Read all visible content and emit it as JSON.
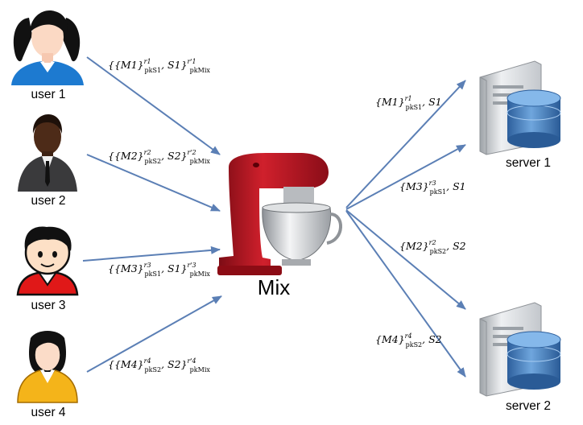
{
  "users": [
    {
      "label": "user 1",
      "avatar": "woman-blue-shirt-icon"
    },
    {
      "label": "user 2",
      "avatar": "man-dark-suit-icon"
    },
    {
      "label": "user 3",
      "avatar": "cartoon-boy-red-shirt-icon"
    },
    {
      "label": "user 4",
      "avatar": "woman-yellow-jacket-icon"
    }
  ],
  "mix": {
    "label": "Mix",
    "icon": "stand-mixer-icon"
  },
  "servers": [
    {
      "label": "server 1",
      "icon": "server-database-icon"
    },
    {
      "label": "server 2",
      "icon": "server-database-icon"
    }
  ],
  "incoming_messages": [
    {
      "m": "M1",
      "r": "r1",
      "pk": "pkS1",
      "s": "S1",
      "r2": "r'1",
      "pk2": "pkMix"
    },
    {
      "m": "M2",
      "r": "r2",
      "pk": "pkS2",
      "s": "S2",
      "r2": "r'2",
      "pk2": "pkMix"
    },
    {
      "m": "M3",
      "r": "r3",
      "pk": "pkS1",
      "s": "S1",
      "r2": "r'3",
      "pk2": "pkMix"
    },
    {
      "m": "M4",
      "r": "r4",
      "pk": "pkS2",
      "s": "S2",
      "r2": "r'4",
      "pk2": "pkMix"
    }
  ],
  "outgoing_messages": [
    {
      "m": "M1",
      "r": "r1",
      "pk": "pkS1",
      "s": "S1"
    },
    {
      "m": "M3",
      "r": "r3",
      "pk": "pkS1",
      "s": "S1"
    },
    {
      "m": "M2",
      "r": "r2",
      "pk": "pkS2",
      "s": "S2"
    },
    {
      "m": "M4",
      "r": "r4",
      "pk": "pkS2",
      "s": "S2"
    }
  ],
  "colors": {
    "arrow": "#5b7fb5",
    "mixer_red": "#b0101c",
    "server_gray": "#cfd2d6",
    "database_blue": "#3d78b8"
  }
}
